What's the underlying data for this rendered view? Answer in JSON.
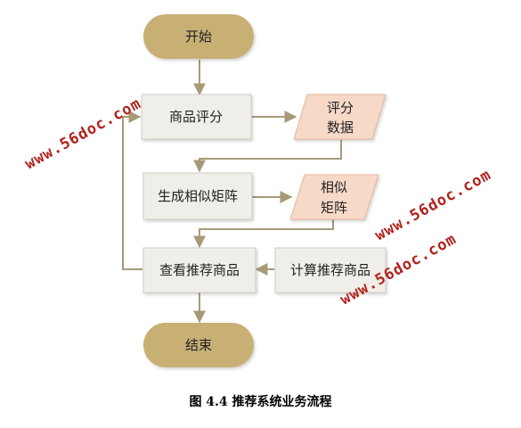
{
  "nodes": {
    "start": "开始",
    "rate_products": "商品评分",
    "rating_data": [
      "评分",
      "数据"
    ],
    "gen_matrix": "生成相似矩阵",
    "similarity_matrix": [
      "相似",
      "矩阵"
    ],
    "view_recommend": "查看推荐商品",
    "calc_recommend": "计算推荐商品",
    "end": "结束"
  },
  "watermarks": [
    "www.56doc.com",
    "www.56doc.com",
    "www.56doc.com"
  ],
  "caption": "图 4.4 推荐系统业务流程",
  "colors": {
    "terminal_fill": "#c8b074",
    "process_fill": "#efeee9",
    "process_stroke": "#cfcdc6",
    "data_fill": "#f7d9c8",
    "data_stroke": "#e8b59a",
    "arrow": "#a89a78",
    "watermark": "#b0231c"
  }
}
